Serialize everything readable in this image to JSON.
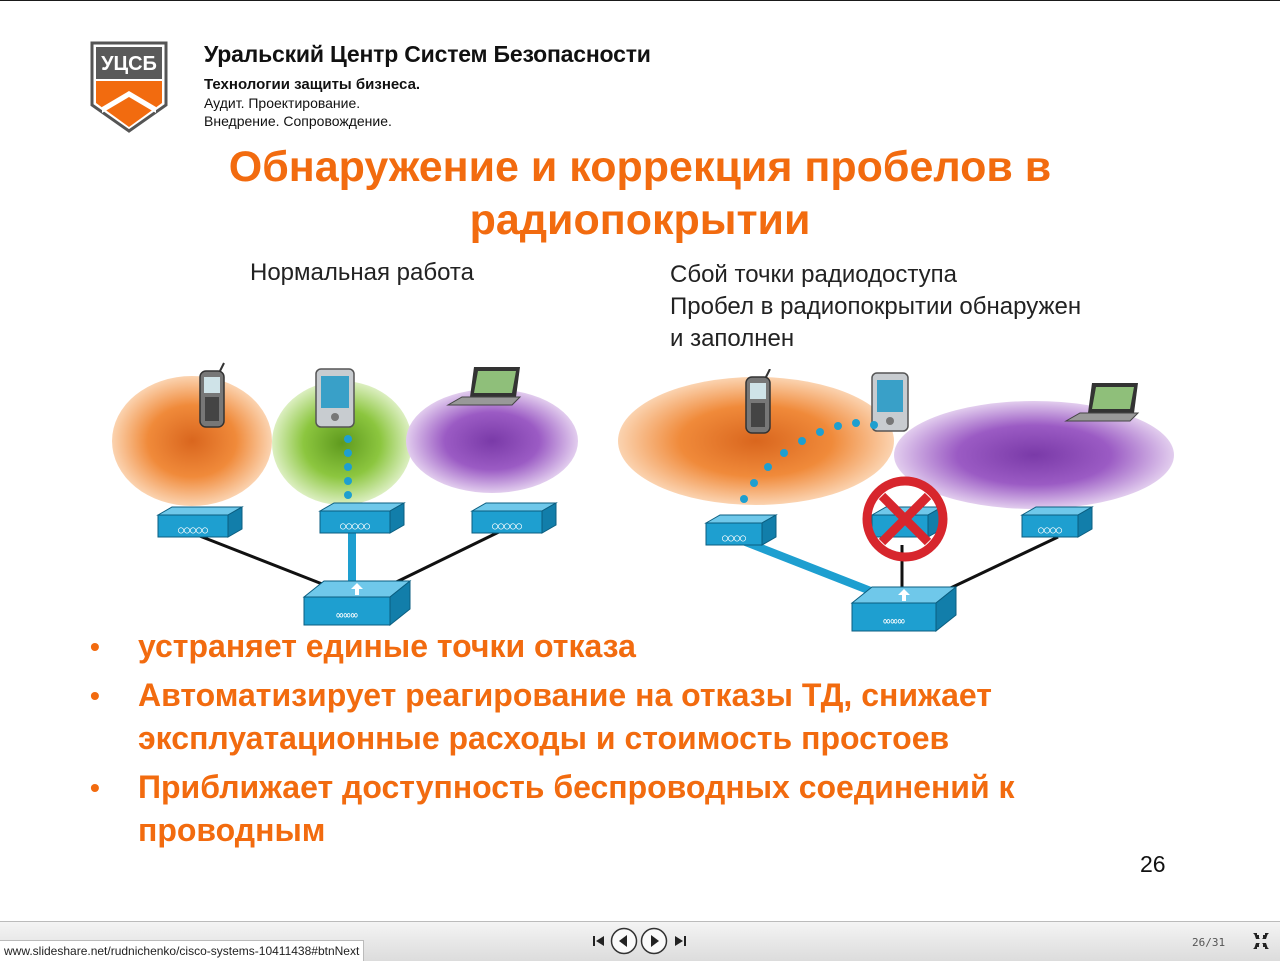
{
  "header": {
    "logo_text": "УЦСБ",
    "company_name": "Уральский Центр Систем Безопасности",
    "tagline": "Технологии защиты бизнеса.",
    "services_line1": "Аудит. Проектирование.",
    "services_line2": "Внедрение. Сопровождение."
  },
  "slide": {
    "title_line1": "Обнаружение и коррекция пробелов в",
    "title_line2": "радиопокрытии",
    "caption_left": "Нормальная работа",
    "caption_right_line1": "Сбой точки радиодоступа",
    "caption_right_line2": "Пробел в радиопокрытии обнаружен",
    "caption_right_line3": "и заполнен",
    "bullets": [
      "устраняет единые точки отказа",
      "Автоматизирует реагирование на отказы ТД, снижает эксплуатационные расходы и стоимость простоев",
      "Приближает доступность беспроводных соединений к проводным"
    ],
    "bullet_symbol": "•",
    "page_number": "26"
  },
  "player": {
    "status_url": "www.slideshare.net/rudnichenko/cisco-systems-10411438#btnNext",
    "slide_counter": "26/31"
  },
  "colors": {
    "accent": "#f26b0f",
    "device_blue": "#1e9fd0",
    "coverage_orange": "#f08a3a",
    "coverage_green": "#8cc63f",
    "coverage_purple": "#9b5bc4",
    "failure_red": "#d7262d"
  }
}
